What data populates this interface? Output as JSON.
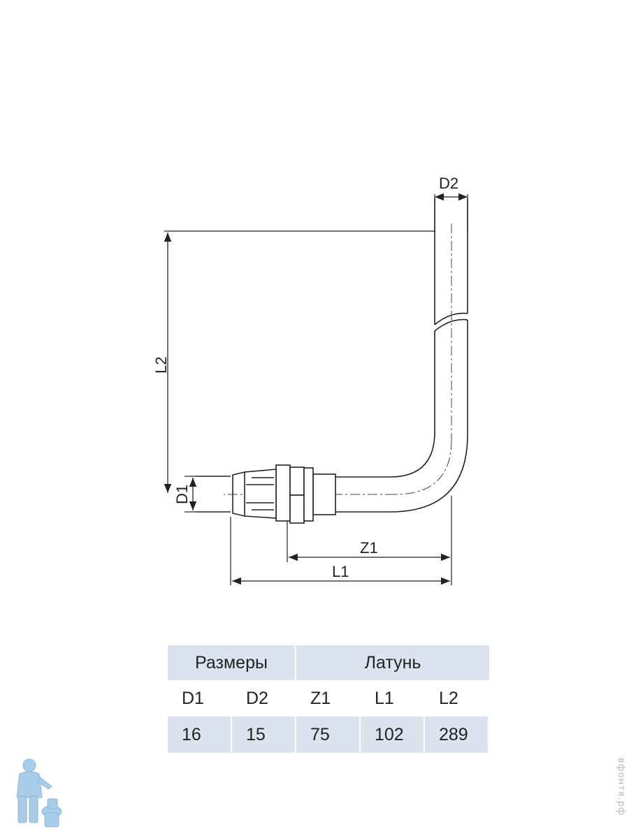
{
  "drawing": {
    "labels": {
      "d2": "D2",
      "l2": "L2",
      "d1": "D1",
      "z1": "Z1",
      "l1": "L1"
    }
  },
  "table": {
    "header": [
      "Размеры",
      "Латунь"
    ],
    "columns": [
      "D1",
      "D2",
      "Z1",
      "L1",
      "L2"
    ],
    "values": [
      "16",
      "15",
      "75",
      "102",
      "289"
    ],
    "colors": {
      "header_bg": "#dde3ee",
      "value_row_bg": "#dde3ee"
    }
  },
  "watermark": {
    "text": "вфонтя.рф"
  },
  "logo": {
    "icon": "plumber-mascot-icon"
  }
}
